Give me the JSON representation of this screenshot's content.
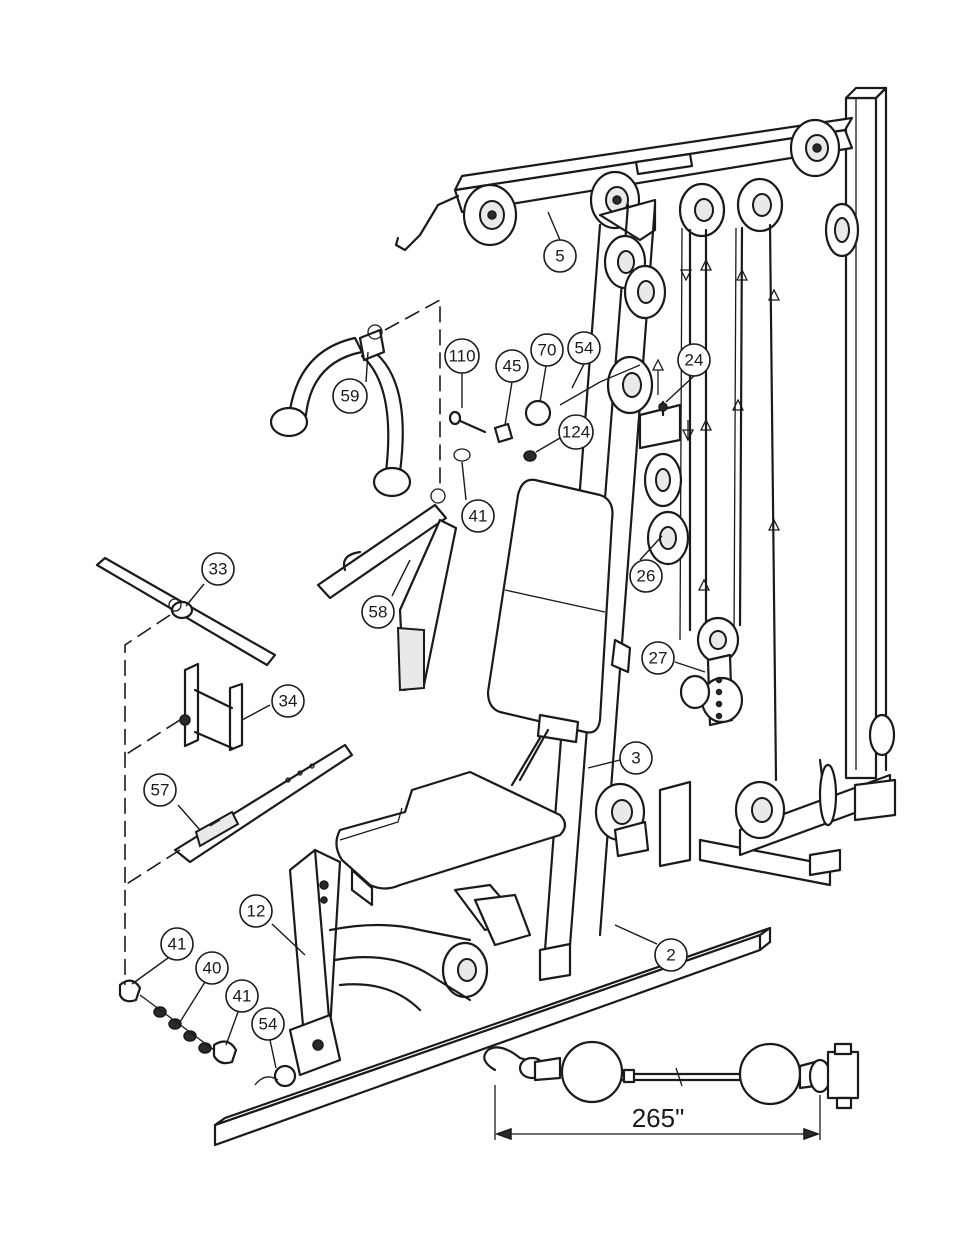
{
  "diagram": {
    "part_callouts": [
      "5",
      "59",
      "110",
      "45",
      "70",
      "54",
      "24",
      "124",
      "41",
      "26",
      "33",
      "58",
      "27",
      "34",
      "3",
      "57",
      "12",
      "2",
      "41",
      "40",
      "41",
      "54"
    ],
    "dimension_label": "265\""
  }
}
